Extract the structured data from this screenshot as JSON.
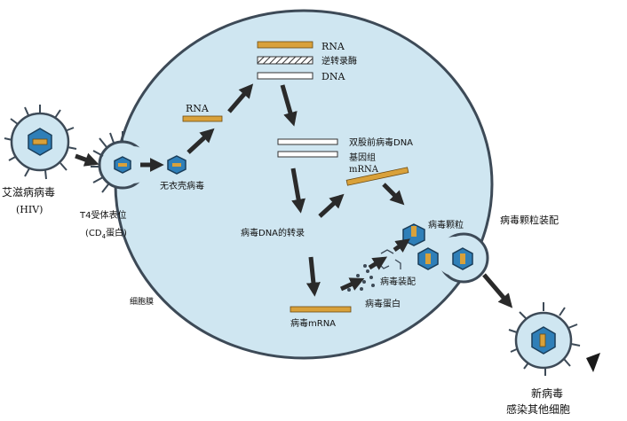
{
  "labels": {
    "rna_legend": "RNA",
    "reverse_transcriptase": "逆转录酶",
    "dna_legend": "DNA",
    "hiv_name": "艾滋病病毒",
    "hiv_abbr": "(HIV)",
    "t4_receptor": "T4受体表位",
    "cd4_protein": "(CD",
    "cd4_subscript": "4",
    "cd4_protein_tail": "蛋白)",
    "rna_label": "RNA",
    "uncoated_virus": "无衣壳病毒",
    "double_strand_dna": "双股前病毒DNA",
    "genome": "基因组",
    "mrna_label": "mRNA",
    "viral_dna_transcription": "病毒DNA的转录",
    "viral_particle": "病毒颗粒",
    "particle_assembly": "病毒颗粒装配",
    "viral_assembly": "病毒装配",
    "viral_protein": "病毒蛋白",
    "viral_mrna": "病毒mRNA",
    "cell_membrane": "细胞膜",
    "new_virus": "新病毒",
    "infect_other_cells": "感染其他细胞"
  },
  "colors": {
    "cell_fill": "#cfe6f1",
    "membrane": "#3d4a57",
    "rna_strand": "#d9a13a",
    "capsid": "#2f7fb8",
    "arrow": "#2a2a2a"
  }
}
